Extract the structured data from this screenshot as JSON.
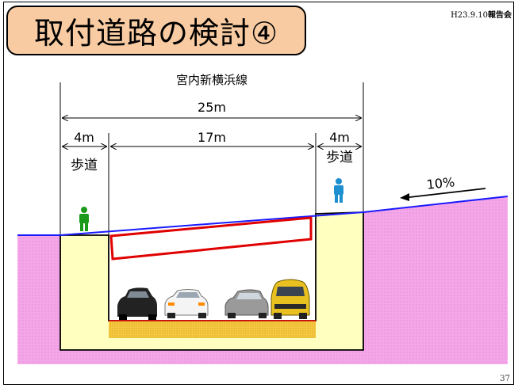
{
  "slide": {
    "title": "取付道路の検討④",
    "meta_date": "H23.9.10",
    "meta_label": "報告会",
    "page_number": "37"
  },
  "diagram": {
    "road_name": "宮内新横浜線",
    "total_width": "25m",
    "left_sidewalk_width": "4m",
    "carriageway_width": "17m",
    "right_sidewalk_width": "4m",
    "left_sidewalk_label": "歩道",
    "right_sidewalk_label": "歩道",
    "grade": "10%",
    "colors": {
      "ground": "#f4a6e8",
      "structure": "#ffffc0",
      "road_surface": "#f5c840",
      "overpass_outline": "#e00000",
      "grade_line": "#1a1aff",
      "pedestrian_left": "#1a9a1a",
      "pedestrian_right": "#1e8fcf"
    },
    "vehicles": [
      "black-car",
      "white-car",
      "silver-car",
      "yellow-car"
    ]
  }
}
